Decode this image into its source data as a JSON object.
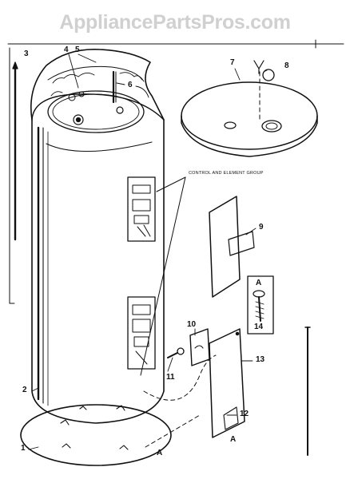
{
  "watermark": "AppliancePartsPros.com",
  "caption": "CONTROL AND ELEMENT GROUP",
  "callouts": {
    "c1": "1",
    "c2": "2",
    "c3": "3",
    "c4": "4",
    "c5": "5",
    "c6": "6",
    "c7": "7",
    "c8": "8",
    "c9": "9",
    "c10": "10",
    "c11": "11",
    "c12": "12",
    "c13": "13",
    "c14": "14",
    "a_box": "A",
    "a_base": "A",
    "a_panel": "A"
  },
  "colors": {
    "line": "#111111",
    "watermark": "#d0d0d0",
    "paper": "#ffffff"
  }
}
